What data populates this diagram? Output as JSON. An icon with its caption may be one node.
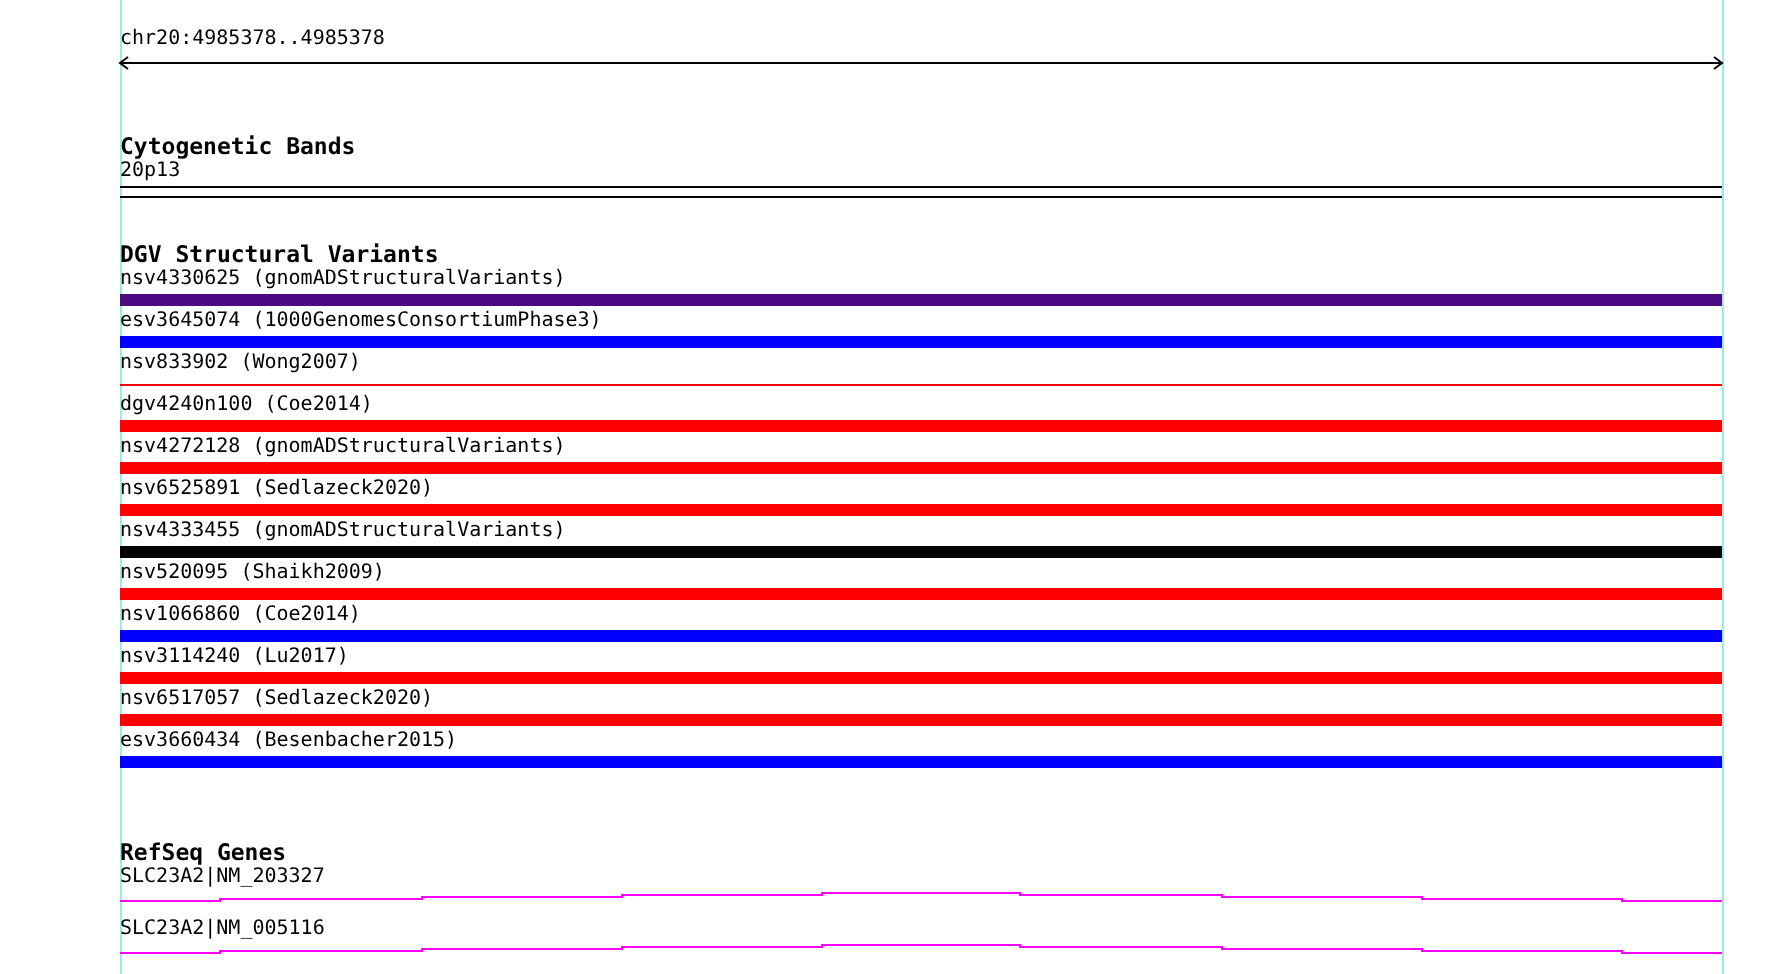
{
  "diagram": {
    "nodes": [
      {
        "text": [
          "Cytogenetic Bands"
        ]
      },
      {
        "text": [
          "20p13"
        ],
        "in": 0
      },
      {
        "text": [
          "DGV Structural Variants"
        ]
      },
      {
        "text": [
          "nsv4330625 (gnomADStructuralVariants)"
        ],
        "in": 2
      },
      {
        "text": [
          "esv3645074 (1000GenomesConsortiumPhase3)"
        ],
        "in": 2
      },
      {
        "text": [
          "nsv833902 (Wong2007)"
        ],
        "in": 2
      },
      {
        "text": [
          "dgv4240n100 (Coe2014)"
        ],
        "in": 2
      },
      {
        "text": [
          "nsv4272128 (gnomADStructuralVariants)"
        ],
        "in": 2
      },
      {
        "text": [
          "nsv6525891 (Sedlazeck2020)"
        ],
        "in": 2
      },
      {
        "text": [
          "nsv4333455 (gnomADStructuralVariants)"
        ],
        "in": 2
      },
      {
        "text": [
          "nsv520095 (Shaikh2009)"
        ],
        "in": 2
      },
      {
        "text": [
          "nsv1066860 (Coe2014)"
        ],
        "in": 2
      },
      {
        "text": [
          "nsv3114240 (Lu2017)"
        ],
        "in": 2
      },
      {
        "text": [
          "nsv6517057 (Sedlazeck2020)"
        ],
        "in": 2
      },
      {
        "text": [
          "esv3660434 (Besenbacher2015)"
        ],
        "in": 2
      },
      {
        "text": [
          "RefSeq Genes"
        ]
      },
      {
        "text": [
          "SLC23A2|NM_203327"
        ],
        "in": 15
      },
      {
        "text": [
          "SLC23A2|NM_005116"
        ],
        "in": 15
      }
    ],
    "labels": [
      "chr20:4985378..4985378"
    ]
  }
}
